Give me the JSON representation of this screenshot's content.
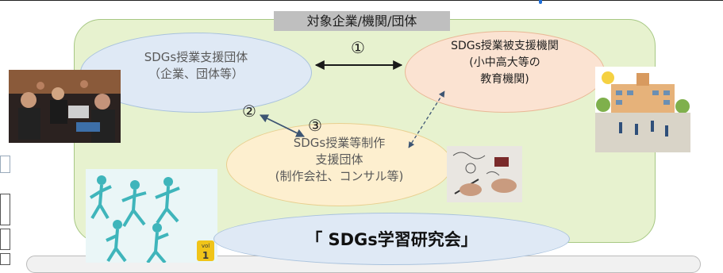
{
  "diagram": {
    "top_label": "対象企業/機関/団体",
    "nodes": {
      "support_orgs": {
        "line1": "SDGs授業支援団体",
        "line2": "（企業、団体等）"
      },
      "supported_institutions": {
        "line1": "SDGs授業被支援機関",
        "line2": "(小中高大等の",
        "line3": "教育機関)"
      },
      "production_orgs": {
        "line1": "SDGs授業等制作",
        "line2": "支援団体",
        "line3": "(制作会社、コンサル等)"
      },
      "study_group": {
        "label": "「 SDGs学習研究会」"
      }
    },
    "edges": {
      "e1": "①",
      "e2": "②",
      "e3": "③"
    },
    "illustration": {
      "badge_text": "vol",
      "badge_number": "1"
    }
  },
  "colors": {
    "outer_fill": "#e7f2cf",
    "blue_fill": "#dfe9f5",
    "peach_fill": "#fbe3d2",
    "yellow_fill": "#fdefcf",
    "teal": "#3fb5bb",
    "badge_yellow": "#f0c419"
  }
}
